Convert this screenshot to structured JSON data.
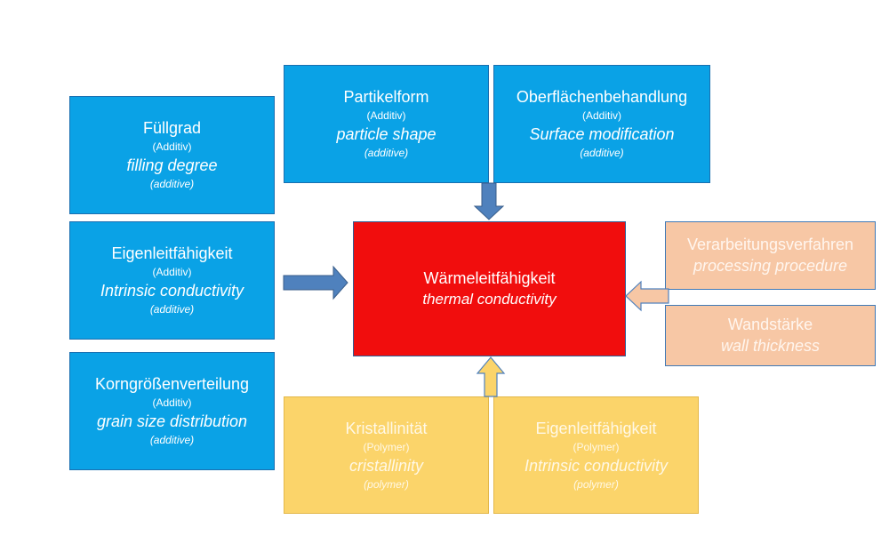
{
  "colors": {
    "additive_fill": "#0aa2e6",
    "polymer_fill": "#fbd46a",
    "process_fill": "#f7c7a5",
    "center_fill": "#f10d0d",
    "arrow_blue": "#4f81bd",
    "arrow_yellow": "#fbd46a",
    "arrow_peach": "#f7c7a5"
  },
  "center": {
    "title_de": "Wärmeleitfähigkeit",
    "title_en": "thermal conductivity"
  },
  "additive": [
    {
      "de": "Füllgrad",
      "tag_de": "(Additiv)",
      "en": "filling degree",
      "tag_en": "(additive)"
    },
    {
      "de": "Eigenleitfähigkeit",
      "tag_de": "(Additiv)",
      "en": "Intrinsic conductivity",
      "tag_en": "(additive)"
    },
    {
      "de": "Korngrößenverteilung",
      "tag_de": "(Additiv)",
      "en": "grain size distribution",
      "tag_en": "(additive)"
    },
    {
      "de": "Partikelform",
      "tag_de": "(Additiv)",
      "en": "particle shape",
      "tag_en": "(additive)"
    },
    {
      "de": "Oberflächenbehandlung",
      "tag_de": "(Additiv)",
      "en": "Surface modification",
      "tag_en": "(additive)"
    }
  ],
  "polymer": [
    {
      "de": "Kristallinität",
      "tag_de": "(Polymer)",
      "en": "cristallinity",
      "tag_en": "(polymer)"
    },
    {
      "de": "Eigenleitfähigkeit",
      "tag_de": "(Polymer)",
      "en": "Intrinsic conductivity",
      "tag_en": "(polymer)"
    }
  ],
  "process": [
    {
      "de": "Verarbeitungsverfahren",
      "en": "processing procedure"
    },
    {
      "de": "Wandstärke",
      "en": "wall thickness"
    }
  ]
}
